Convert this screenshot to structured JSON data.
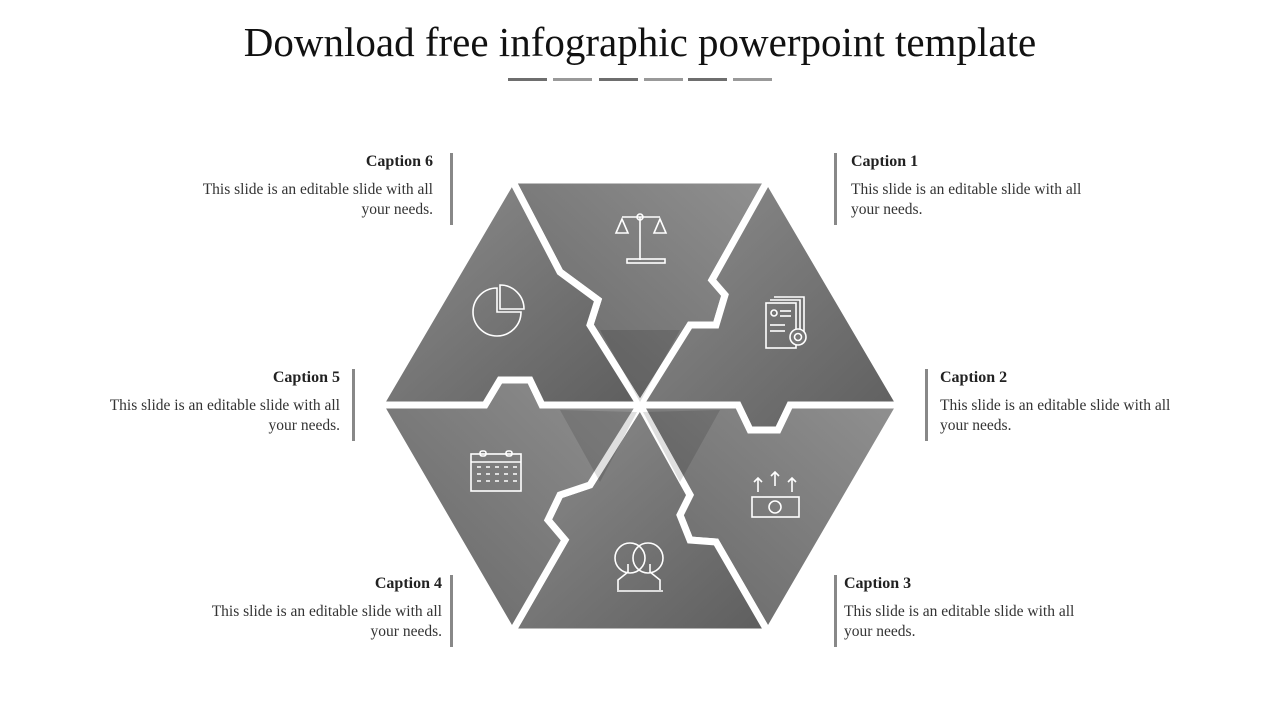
{
  "title": "Download free infographic powerpoint template",
  "colors": {
    "dark": "#6e6e6e",
    "light": "#8c8c8c",
    "bar": "#888888"
  },
  "captions": [
    {
      "heading": "Caption 1",
      "text": "This slide is an editable slide with all your needs.",
      "icon": "scales-icon"
    },
    {
      "heading": "Caption 2",
      "text": "This slide is an editable slide with all your needs.",
      "icon": "document-gear-icon"
    },
    {
      "heading": "Caption 3",
      "text": "This slide is an editable slide with all your needs.",
      "icon": "money-growth-icon"
    },
    {
      "heading": "Caption 4",
      "text": "This slide is an editable slide with all your needs.",
      "icon": "two-heads-icon"
    },
    {
      "heading": "Caption 5",
      "text": "This slide is an editable slide with all your needs.",
      "icon": "calendar-icon"
    },
    {
      "heading": "Caption 6",
      "text": "This slide is an editable slide with all your needs.",
      "icon": "pie-chart-icon"
    }
  ]
}
